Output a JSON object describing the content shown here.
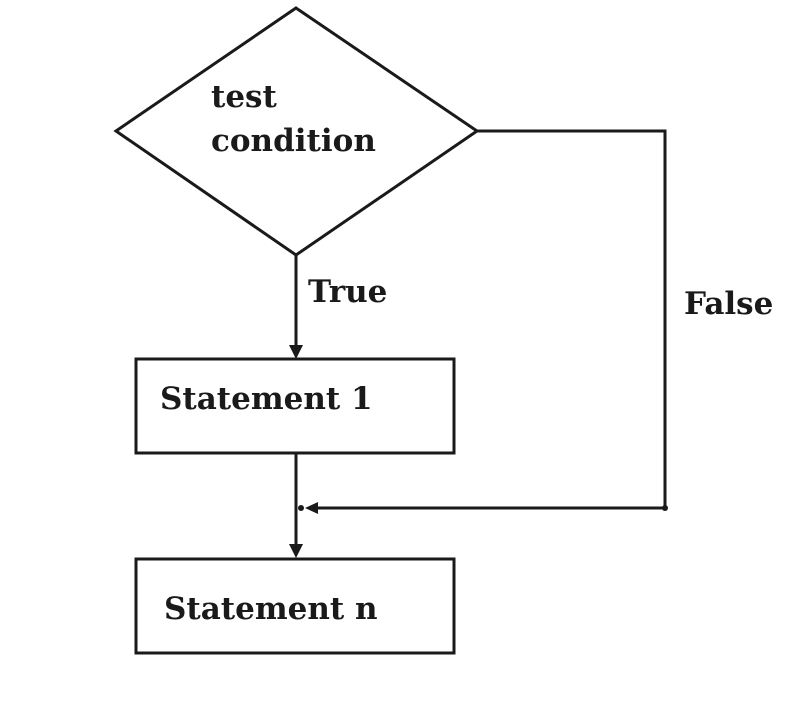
{
  "diagram": {
    "decision": {
      "line1": "test",
      "line2": "condition"
    },
    "statement1": "Statement 1",
    "statementN": "Statement n",
    "true_label": "True",
    "false_label": "False"
  }
}
